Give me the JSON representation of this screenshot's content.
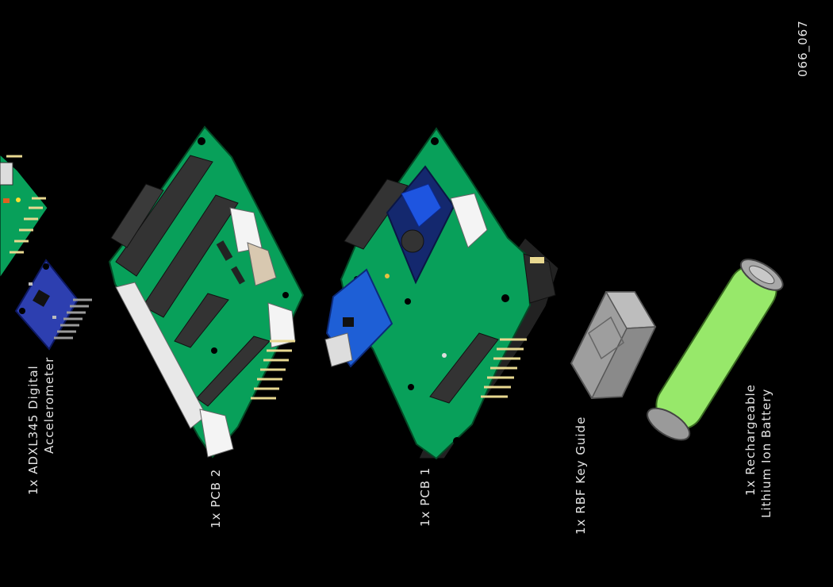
{
  "page_id": "066_067",
  "components": [
    {
      "lines": [
        "1x ADXL345 Digital",
        "Accelerometer"
      ]
    },
    {
      "lines": [
        "1x PCB 2"
      ]
    },
    {
      "lines": [
        "1x PCB 1"
      ]
    },
    {
      "lines": [
        "1x RBF Key Guide"
      ]
    },
    {
      "lines": [
        "1x Rechargeable",
        "Lithium Ion Battery"
      ]
    }
  ],
  "colors": {
    "background": "#000000",
    "pcb": "#08a05a",
    "header": "#3a3a3a",
    "connector": "#eeeeee",
    "pins": "#f0e3a0",
    "module_blue": "#2a49b8",
    "key_guide": "#9a9a9a",
    "battery": "#97e86a"
  }
}
